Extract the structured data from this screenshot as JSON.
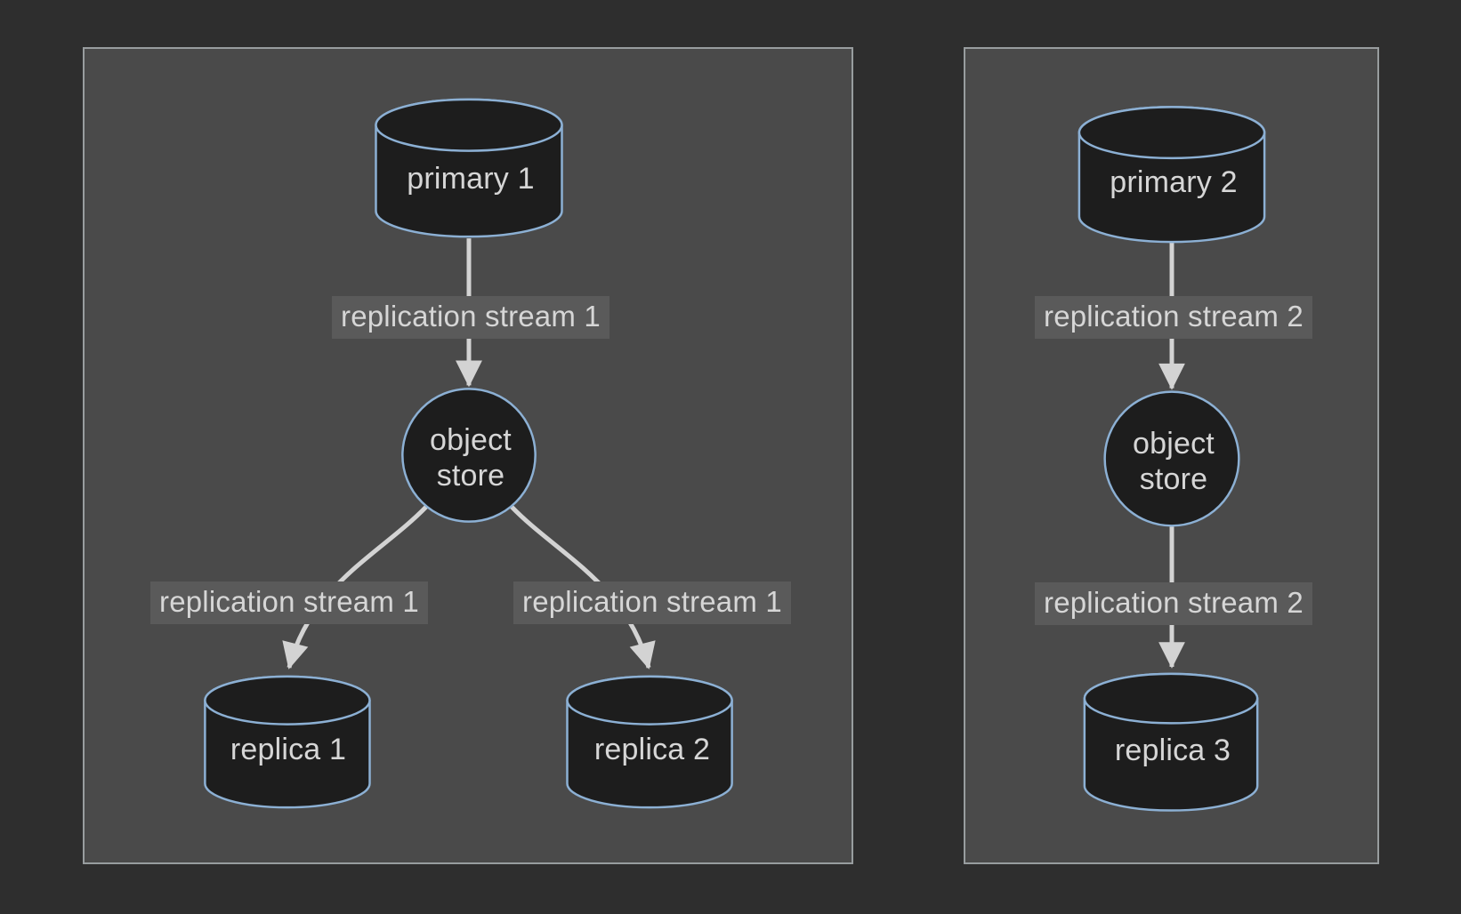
{
  "diagram": {
    "type": "replication-topology-flowchart",
    "colors": {
      "page_background": "#2e2e2e",
      "cluster_background": "#4a4a4a",
      "cluster_border": "#989d9f",
      "node_fill": "#1d1d1d",
      "node_stroke": "#8cb0d4",
      "edge_color": "#d3d3d3",
      "edge_label_background": "#5a5a5a",
      "text_color": "#d6d6d6"
    },
    "cluster1": {
      "primary_label": "primary 1",
      "object_store_label": "object store",
      "replica_left_label": "replica 1",
      "replica_right_label": "replica 2",
      "edge_top_label": "replication stream 1",
      "edge_bottom_left_label": "replication stream 1",
      "edge_bottom_right_label": "replication stream 1"
    },
    "cluster2": {
      "primary_label": "primary 2",
      "object_store_label": "object store",
      "replica_label": "replica 3",
      "edge_top_label": "replication stream 2",
      "edge_bottom_label": "replication stream 2"
    }
  }
}
